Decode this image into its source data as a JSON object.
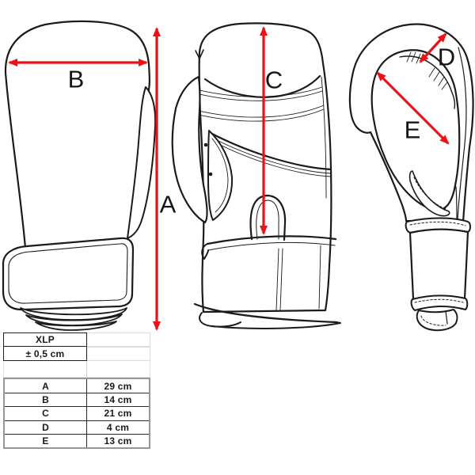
{
  "diagram": {
    "description": "Boxing glove dimension drawing, three views with measurement arrows",
    "labels": {
      "A": "A",
      "B": "B",
      "C": "C",
      "D": "D",
      "E": "E"
    }
  },
  "table": {
    "size": "XLP",
    "tolerance": "± 0,5 cm",
    "rows": [
      {
        "dim": "A",
        "value": "29 cm"
      },
      {
        "dim": "B",
        "value": "14 cm"
      },
      {
        "dim": "C",
        "value": "21 cm"
      },
      {
        "dim": "D",
        "value": "4 cm"
      },
      {
        "dim": "E",
        "value": "13 cm"
      }
    ]
  },
  "colors": {
    "measure_line": "#ee1014",
    "line_art": "#1b1b1b"
  }
}
